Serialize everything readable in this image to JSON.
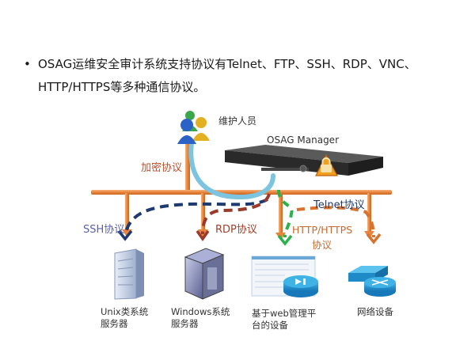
{
  "slide": {
    "bullet_line1": "OSAG运维安全审计系统支持协议有Telnet、FTP、SSH、RDP、VNC、",
    "bullet_line2": "HTTP/HTTPS等多种通信协议。"
  },
  "diagram": {
    "operator_label": "维护人员",
    "manager_label": "OSAG Manager",
    "protocols": {
      "encrypted": "加密协议",
      "ssh": "SSH协议",
      "rdp": "RDP协议",
      "http_line1": "HTTP/HTTPS",
      "http_line2": "协议",
      "telnet": "Telnet协议"
    },
    "devices": [
      {
        "line1": "Unix类系统",
        "line2": "服务器"
      },
      {
        "line1": "Windows系统",
        "line2": "服务器"
      },
      {
        "line1": "基于web管理平",
        "line2": "台的设备"
      },
      {
        "line1": "网络设备",
        "line2": ""
      }
    ],
    "colors": {
      "bus": "#e8843c",
      "encrypted_path": "#7cc4e0",
      "ssh": "#1f3a6e",
      "rdp": "#9b3a2a",
      "http": "#2bb24c",
      "telnet": "#d9722c",
      "encrypted_text": "#c0502a",
      "ssh_text": "#5a5fb0",
      "rdp_text": "#a0402a",
      "http_text": "#c8682a",
      "telnet_text": "#1f3a6e"
    }
  }
}
